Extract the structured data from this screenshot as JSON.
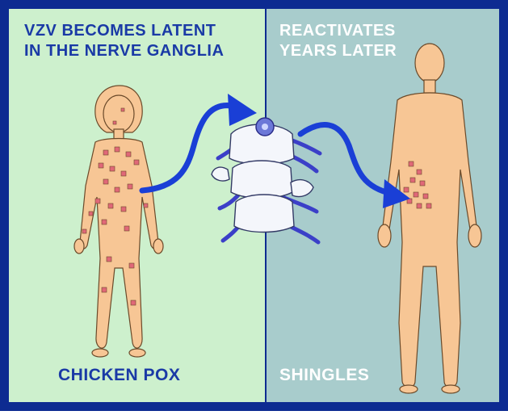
{
  "colors": {
    "frame": "#0d2b91",
    "left_panel": "#cdf0cd",
    "right_panel": "#a8cccc",
    "skin": "#f7c695",
    "skin_outline": "#6b4a2a",
    "rash": "#e06878",
    "arrow": "#1a3fd6",
    "label_blue": "#1a3aa6",
    "label_white": "#ffffff",
    "spine": "#f4f6fb",
    "nerve": "#3b3fc8"
  },
  "panels": {
    "left": {
      "heading": "VZV BECOMES LATENT\nIN THE NERVE GANGLIA",
      "caption": "CHICKEN POX"
    },
    "right": {
      "heading": "REACTIVATES\nYEARS LATER",
      "caption": "SHINGLES"
    }
  },
  "icons": [
    "child-body-figure",
    "spine-ganglia-illustration",
    "adult-body-figure",
    "curved-arrow"
  ]
}
